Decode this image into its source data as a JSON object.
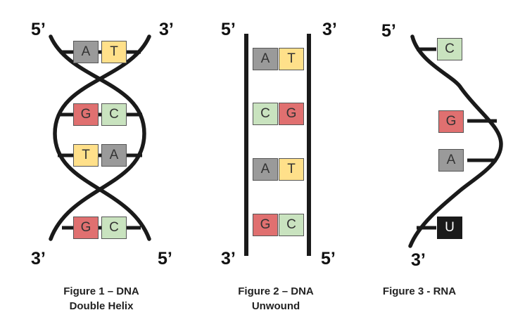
{
  "colors": {
    "A": "#9a9a9a",
    "T": "#ffe08a",
    "G": "#e07070",
    "C": "#c9e3bf",
    "U": "#1a1a1a",
    "backbone": "#1a1a1a"
  },
  "figures": [
    {
      "id": "double-helix",
      "top_left": "5’",
      "top_right": "3’",
      "bottom_left": "3’",
      "bottom_right": "5’",
      "pairs": [
        [
          "A",
          "T"
        ],
        [
          "G",
          "C"
        ],
        [
          "T",
          "A"
        ],
        [
          "G",
          "C"
        ]
      ],
      "caption_line1": "Figure 1 – DNA",
      "caption_line2": "Double Helix"
    },
    {
      "id": "unwound",
      "top_left": "5’",
      "top_right": "3’",
      "bottom_left": "3’",
      "bottom_right": "5’",
      "pairs": [
        [
          "A",
          "T"
        ],
        [
          "C",
          "G"
        ],
        [
          "A",
          "T"
        ],
        [
          "G",
          "C"
        ]
      ],
      "caption_line1": "Figure 2 – DNA",
      "caption_line2": "Unwound"
    },
    {
      "id": "rna",
      "top_left": "5’",
      "bottom_left": "3’",
      "bases": [
        "C",
        "G",
        "A",
        "U"
      ],
      "caption_line1": "Figure 3 - RNA"
    }
  ]
}
